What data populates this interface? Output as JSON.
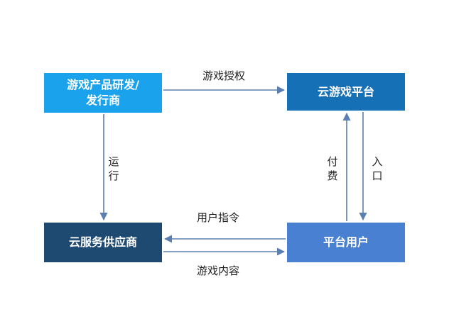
{
  "colors": {
    "dev_box": "#1aa3ec",
    "cloud_game_box": "#1670b6",
    "cloud_service_box": "#1e4a72",
    "platform_user_box": "#4a80d1",
    "arrow": "#5b7fb0"
  },
  "nodes": {
    "dev": {
      "line1": "游戏产品研发/",
      "line2": "发行商"
    },
    "cloud_game": {
      "label": "云游戏平台"
    },
    "cloud_service": {
      "label": "云服务供应商"
    },
    "platform_user": {
      "label": "平台用户"
    }
  },
  "edges": {
    "game_license": {
      "label": "游戏授权"
    },
    "run": {
      "char1": "运",
      "char2": "行"
    },
    "pay": {
      "char1": "付",
      "char2": "费"
    },
    "entry": {
      "char1": "入",
      "char2": "口"
    },
    "user_command": {
      "label": "用户指令"
    },
    "game_content": {
      "label": "游戏内容"
    }
  }
}
